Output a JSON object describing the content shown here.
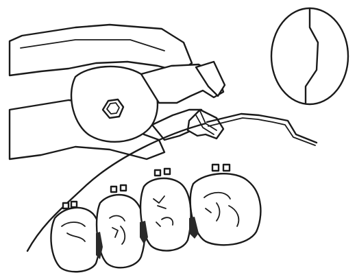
{
  "figure": {
    "kind": "line-illustration",
    "subject": "pliers-bending-archwire-over-teeth",
    "colors": {
      "ink": "#1a1a1a",
      "background": "#ffffff"
    },
    "parts": [
      "pliers",
      "archwire",
      "wire-bend",
      "teeth",
      "brackets",
      "detail-view-circle"
    ]
  }
}
